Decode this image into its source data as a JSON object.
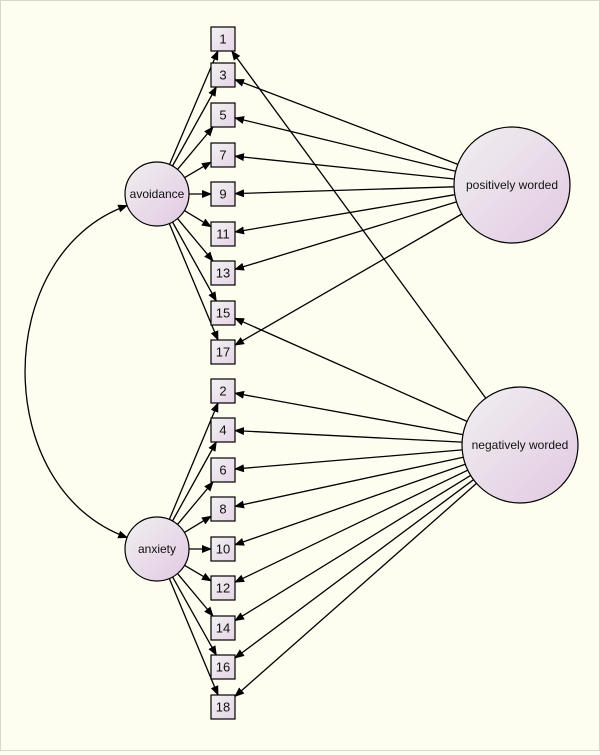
{
  "diagram": {
    "latents": [
      {
        "id": "avoidance",
        "label": "avoidance"
      },
      {
        "id": "anxiety",
        "label": "anxiety"
      },
      {
        "id": "positive",
        "label": "positively worded"
      },
      {
        "id": "negative",
        "label": "negatively worded"
      }
    ],
    "items": [
      "1",
      "3",
      "5",
      "7",
      "9",
      "11",
      "13",
      "15",
      "17",
      "2",
      "4",
      "6",
      "8",
      "10",
      "12",
      "14",
      "16",
      "18"
    ],
    "loadings": {
      "avoidance": [
        "1",
        "3",
        "5",
        "7",
        "9",
        "11",
        "13",
        "15",
        "17"
      ],
      "anxiety": [
        "2",
        "4",
        "6",
        "8",
        "10",
        "12",
        "14",
        "16",
        "18"
      ],
      "positive": [
        "3",
        "5",
        "7",
        "9",
        "11",
        "13",
        "17"
      ],
      "negative": [
        "1",
        "15",
        "2",
        "4",
        "6",
        "8",
        "10",
        "12",
        "14",
        "16",
        "18"
      ]
    },
    "covariances": [
      [
        "avoidance",
        "anxiety"
      ]
    ],
    "colors": {
      "background": "#fdfdf0",
      "node_fill_light": "#ececec",
      "node_fill_dark": "#e2c9e2",
      "stroke": "#000000"
    }
  }
}
